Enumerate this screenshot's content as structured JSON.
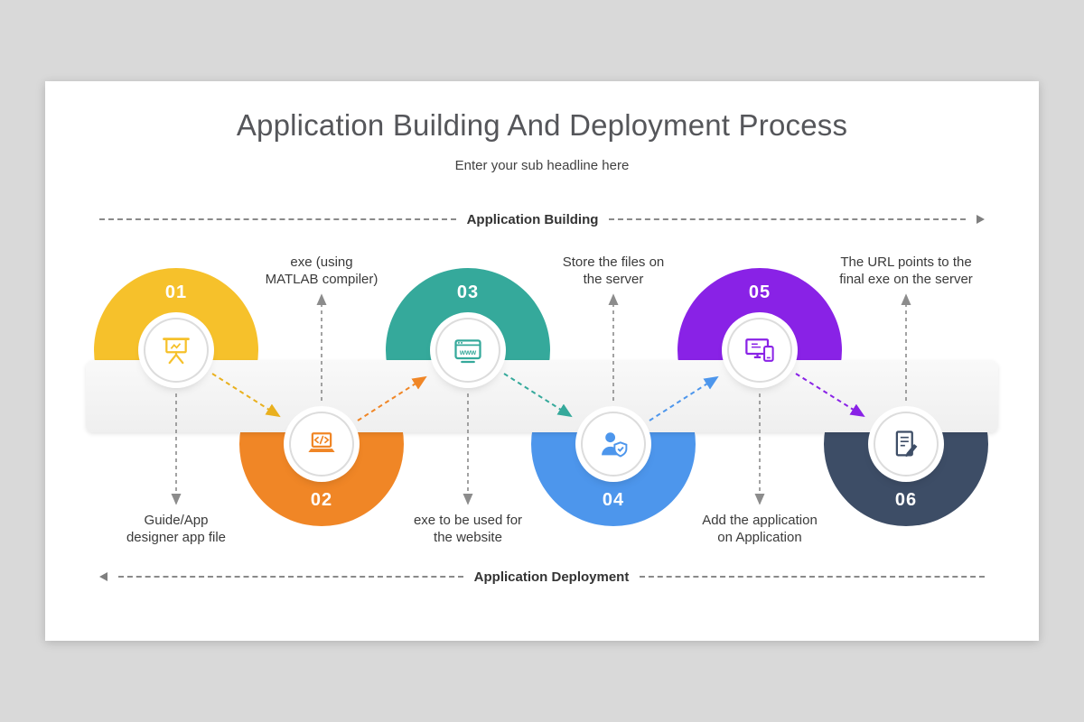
{
  "page": {
    "background_color": "#d9d9d9",
    "slide_background": "#ffffff"
  },
  "header": {
    "title": "Application Building And Deployment Process",
    "subtitle": "Enter your sub headline here"
  },
  "flow_guides": {
    "top": {
      "label": "Application Building",
      "arrow_direction": "right"
    },
    "bottom": {
      "label": "Application Deployment",
      "arrow_direction": "left"
    }
  },
  "steps": [
    {
      "number": "01",
      "color": "#F6C12B",
      "semicircle": "top",
      "icon": "presentation-board-icon",
      "label_side": "below",
      "label_lines": [
        "Guide/App",
        "designer app file"
      ]
    },
    {
      "number": "02",
      "color": "#F08626",
      "semicircle": "bottom",
      "icon": "code-laptop-icon",
      "label_side": "above",
      "label_lines": [
        "exe (using",
        "MATLAB compiler)"
      ]
    },
    {
      "number": "03",
      "color": "#35A99B",
      "semicircle": "top",
      "icon": "www-browser-icon",
      "label_side": "below",
      "label_lines": [
        "exe to be used for",
        "the website"
      ]
    },
    {
      "number": "04",
      "color": "#4D96EC",
      "semicircle": "bottom",
      "icon": "user-shield-icon",
      "label_side": "above",
      "label_lines": [
        "Store the files on",
        "the server"
      ]
    },
    {
      "number": "05",
      "color": "#8922E6",
      "semicircle": "top",
      "icon": "devices-icon",
      "label_side": "below",
      "label_lines": [
        "Add the application",
        "on Application"
      ]
    },
    {
      "number": "06",
      "color": "#3D4D66",
      "semicircle": "bottom",
      "icon": "document-edit-icon",
      "label_side": "above",
      "label_lines": [
        "The URL points to the",
        "final exe on the server"
      ]
    }
  ],
  "connectors": [
    {
      "from": "01",
      "to": "02",
      "color": "#E9B01E",
      "style": "dashed-arrow"
    },
    {
      "from": "02",
      "to": "03",
      "color": "#F08626",
      "style": "dashed-arrow"
    },
    {
      "from": "03",
      "to": "04",
      "color": "#35A99B",
      "style": "dashed-arrow"
    },
    {
      "from": "04",
      "to": "05",
      "color": "#4D96EC",
      "style": "dashed-arrow"
    },
    {
      "from": "05",
      "to": "06",
      "color": "#8922E6",
      "style": "dashed-arrow"
    }
  ]
}
